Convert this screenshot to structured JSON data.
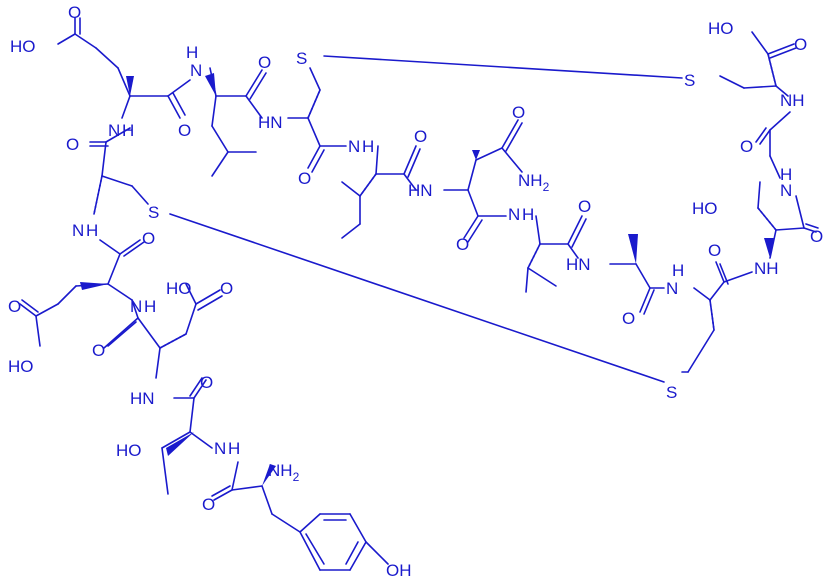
{
  "diagram": {
    "type": "peptide-structure",
    "color": "#1a1acc",
    "atom_labels": {
      "glu1_acid": "HO",
      "glu1_acid_o": "O",
      "glu1_nh": "N",
      "glu1_nh_h": "H",
      "leu1_nh": "N",
      "leu1_nh_h": "H",
      "glu1_co_o": "O",
      "leu1_co_o": "O",
      "cys1_s": "S",
      "cys1_nh": "HN",
      "cys1_co_o": "O",
      "ile_nh": "N",
      "ile_nh_h": "H",
      "ile_co_o": "O",
      "asn_nh": "HN",
      "asn_side_o": "O",
      "asn_nh2": "NH",
      "asn_nh2_sub": "2",
      "asn_co_o": "O",
      "leu2_nh": "N",
      "leu2_nh_h": "H",
      "leu2_co_o": "O",
      "ala_nh": "HN",
      "ala_co_o": "O",
      "cys3_nh": "N",
      "cys3_nh_h": "H",
      "cys3_co_o": "O",
      "cys3_s": "S",
      "thr2_nh": "NH",
      "thr2_oh": "HO",
      "thr2_co_o": "O",
      "gly_nh": "N",
      "gly_nh_h": "H",
      "gly_co_o": "O",
      "cys4_nh": "NH",
      "cys4_s": "S",
      "cys4_acid": "HO",
      "cys4_acid_o": "O",
      "cys2_co_o": "O",
      "cys2_nh": "N",
      "cys2_nh_h": "H",
      "cys2_s": "S",
      "glu2_co_o": "O",
      "glu2_nh": "N",
      "glu2_nh_h": "H",
      "glu2_acid_o": "O",
      "glu2_acid": "HO",
      "asp_acid": "HO",
      "asp_acid_o": "O",
      "asp_co_o": "O",
      "asp_nh": "N",
      "asp_nh_h": "H",
      "asp_nh_label": "HN",
      "thr1_oh": "HO",
      "thr1_co_o": "O",
      "thr1_nh": "N",
      "thr1_nh_h": "H",
      "tyr_nh2": "NH",
      "tyr_nh2_sub": "2",
      "tyr_co_o": "O",
      "tyr_oh": "OH",
      "glu2_side_o": "O",
      "glu2_side_ho": "HO",
      "asp_nh2_hn": "HN"
    }
  }
}
